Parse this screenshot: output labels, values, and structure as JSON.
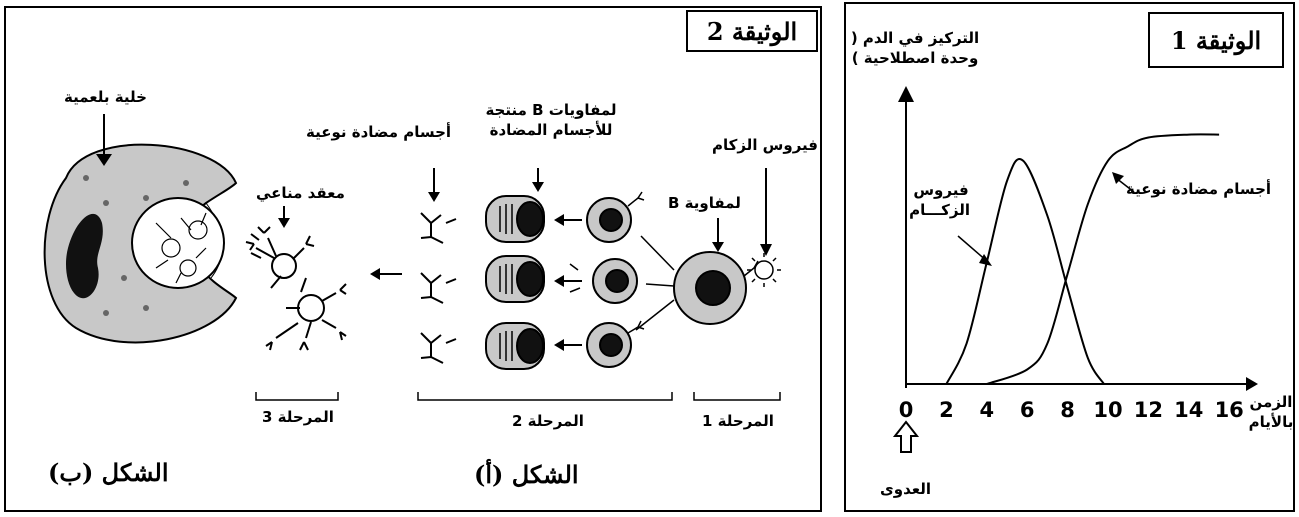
{
  "doc2": {
    "title": "الوثيقة 2",
    "phagocyte_label": "خلية بلعمية",
    "immune_complex_label": "معقد مناعي",
    "antibodies_label": "أجسام مضادة نوعية",
    "plasma_cells_label": "لمفاويات B منتجة للأجسام المضادة",
    "b_lymphocyte_label": "لمفاوية B",
    "cold_virus_label": "فيروس الزكام",
    "stage1": "المرحلة 1",
    "stage2": "المرحلة 2",
    "stage3": "المرحلة 3",
    "figure_a": "الشكل (أ)",
    "figure_b": "الشكل (ب)"
  },
  "doc1": {
    "title": "الوثيقة 1",
    "ylabel": "التركيز في الدم ( وحدة اصطلاحية )",
    "xlabel": "الزمن بالأيام",
    "infection_label": "العدوى",
    "virus_curve_label": "فيروس الزكـــام",
    "antibody_curve_label": "أجسام مضادة نوعية"
  },
  "chart_data": {
    "type": "line",
    "x_ticks": [
      "0",
      "2",
      "4",
      "6",
      "8",
      "10",
      "12",
      "14",
      "16"
    ],
    "xlim": [
      0,
      16
    ],
    "ylim": [
      0,
      100
    ],
    "grid": false,
    "series": [
      {
        "name": "فيروس الزكـــام",
        "x": [
          2,
          3,
          4,
          5,
          5.8,
          7,
          8,
          9,
          9.8
        ],
        "y": [
          0,
          14,
          42,
          70,
          77,
          58,
          33,
          9,
          0
        ]
      },
      {
        "name": "أجسام مضادة نوعية",
        "x": [
          4,
          6,
          7,
          8,
          9,
          10,
          11,
          12,
          14,
          15.5
        ],
        "y": [
          0,
          5,
          14,
          38,
          62,
          77,
          82,
          85,
          86,
          86
        ]
      }
    ]
  }
}
